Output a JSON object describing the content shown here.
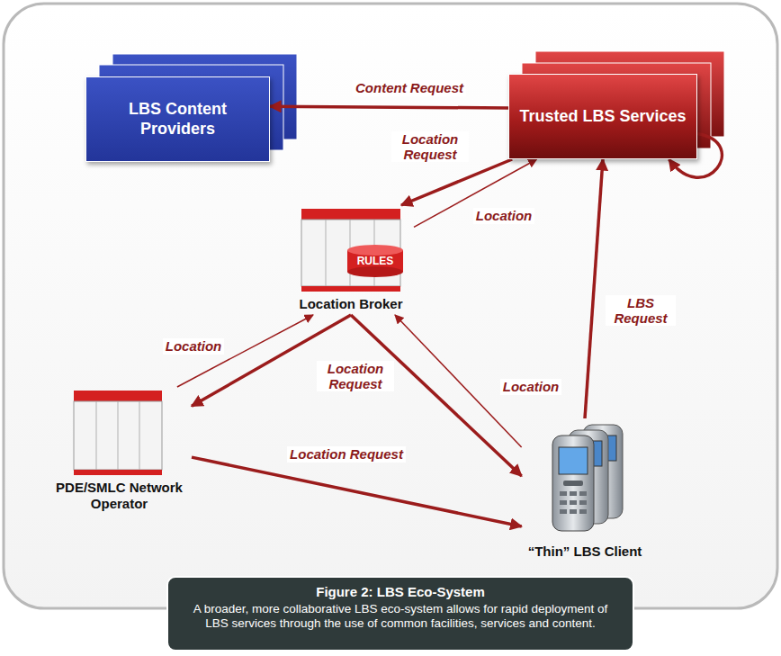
{
  "diagram": {
    "title": "Figure 2: LBS Eco-System",
    "caption": "A broader, more collaborative LBS eco-system allows for rapid deployment of LBS services through the use of common facilities, services and content.",
    "nodes": [
      {
        "text": [
          "LBS Content Providers"
        ]
      },
      {
        "text": [
          "Trusted LBS Services"
        ]
      },
      {
        "text": [
          "Location Broker"
        ]
      },
      {
        "text": [
          "PDE/SMLC Network Operator"
        ]
      },
      {
        "text": [
          "“Thin” LBS Client"
        ]
      }
    ],
    "edges": [
      {
        "from": 1,
        "to": 0,
        "arrow": "to",
        "label": "Content Request"
      },
      {
        "from": 1,
        "to": 2,
        "arrow": "to",
        "label": "Location Request"
      },
      {
        "from": 2,
        "to": 1,
        "arrow": "to",
        "label": "Location"
      },
      {
        "from": 2,
        "to": 3,
        "arrow": "to"
      },
      {
        "from": 3,
        "to": 2,
        "arrow": "to",
        "label": "Location"
      },
      {
        "from": 2,
        "to": 4,
        "arrow": "to",
        "label": "Location Request"
      },
      {
        "from": 4,
        "to": 2,
        "arrow": "to",
        "label": "Location"
      },
      {
        "from": 3,
        "to": 4,
        "arrow": "to",
        "label": "Location Request"
      },
      {
        "from": 4,
        "to": 1,
        "arrow": "to",
        "label": "LBS Request"
      },
      {
        "from": 1,
        "to": 1,
        "arrow": "to"
      }
    ],
    "labels": [
      "RULES"
    ]
  }
}
